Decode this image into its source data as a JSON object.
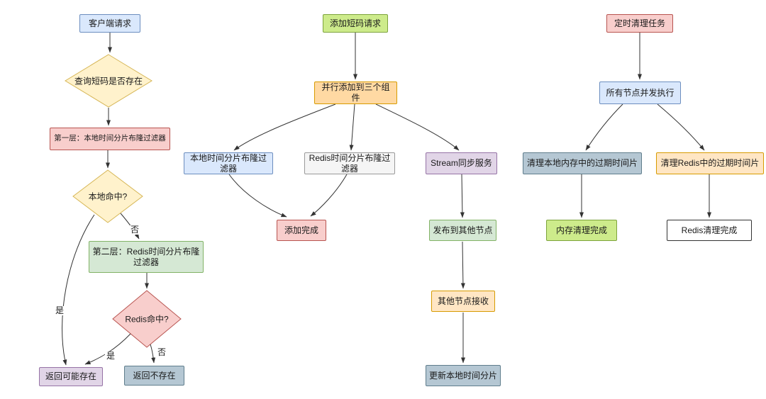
{
  "palette": {
    "blue_fill": "#dae8fc",
    "blue_border": "#6c8ebf",
    "yellow_fill": "#fff2cc",
    "yellow_border": "#d6b656",
    "red_fill": "#f8cecc",
    "red_border": "#b85450",
    "green_fill": "#d5e8d4",
    "green_border": "#82b366",
    "lime_fill": "#cdeb8b",
    "lime_border": "#7da33c",
    "purple_fill": "#e1d5e7",
    "purple_border": "#9673a6",
    "orange_fill": "#ffd9a3",
    "orange_border": "#d79b00",
    "gray_fill": "#f5f5f5",
    "gray_border": "#999999",
    "slate_fill": "#b5c7d3",
    "slate_border": "#5f7d8c",
    "white_fill": "#ffffff",
    "white_border": "#333333",
    "edge_color": "#333333"
  },
  "flows": {
    "query_flow": {
      "nodes": {
        "client_request": {
          "label": "客户端请求"
        },
        "query_exists": {
          "label": "查询短码是否存在"
        },
        "layer1": {
          "label": "第一层：本地时间分片布隆过滤器"
        },
        "local_hit": {
          "label": "本地命中?"
        },
        "layer2": {
          "label": "第二层：Redis时间分片布隆过滤器"
        },
        "redis_hit": {
          "label": "Redis命中?"
        },
        "maybe_exists": {
          "label": "返回可能存在"
        },
        "not_exists": {
          "label": "返回不存在"
        }
      },
      "edge_labels": {
        "local_no": "否",
        "local_yes": "是",
        "redis_yes": "是",
        "redis_no": "否"
      }
    },
    "add_flow": {
      "nodes": {
        "add_request": {
          "label": "添加短码请求"
        },
        "parallel_add": {
          "label": "并行添加到三个组件"
        },
        "local_filter": {
          "label": "本地时间分片布隆过滤器"
        },
        "redis_filter": {
          "label": "Redis时间分片布隆过滤器"
        },
        "stream_sync": {
          "label": "Stream同步服务"
        },
        "add_done": {
          "label": "添加完成"
        },
        "publish_nodes": {
          "label": "发布到其他节点"
        },
        "nodes_receive": {
          "label": "其他节点接收"
        },
        "update_local": {
          "label": "更新本地时间分片"
        }
      }
    },
    "cleanup_flow": {
      "nodes": {
        "cleanup_task": {
          "label": "定时清理任务"
        },
        "all_nodes_exec": {
          "label": "所有节点并发执行"
        },
        "clean_local": {
          "label": "清理本地内存中的过期时间片"
        },
        "clean_redis": {
          "label": "清理Redis中的过期时间片"
        },
        "mem_done": {
          "label": "内存清理完成"
        },
        "redis_done": {
          "label": "Redis清理完成"
        }
      }
    }
  }
}
